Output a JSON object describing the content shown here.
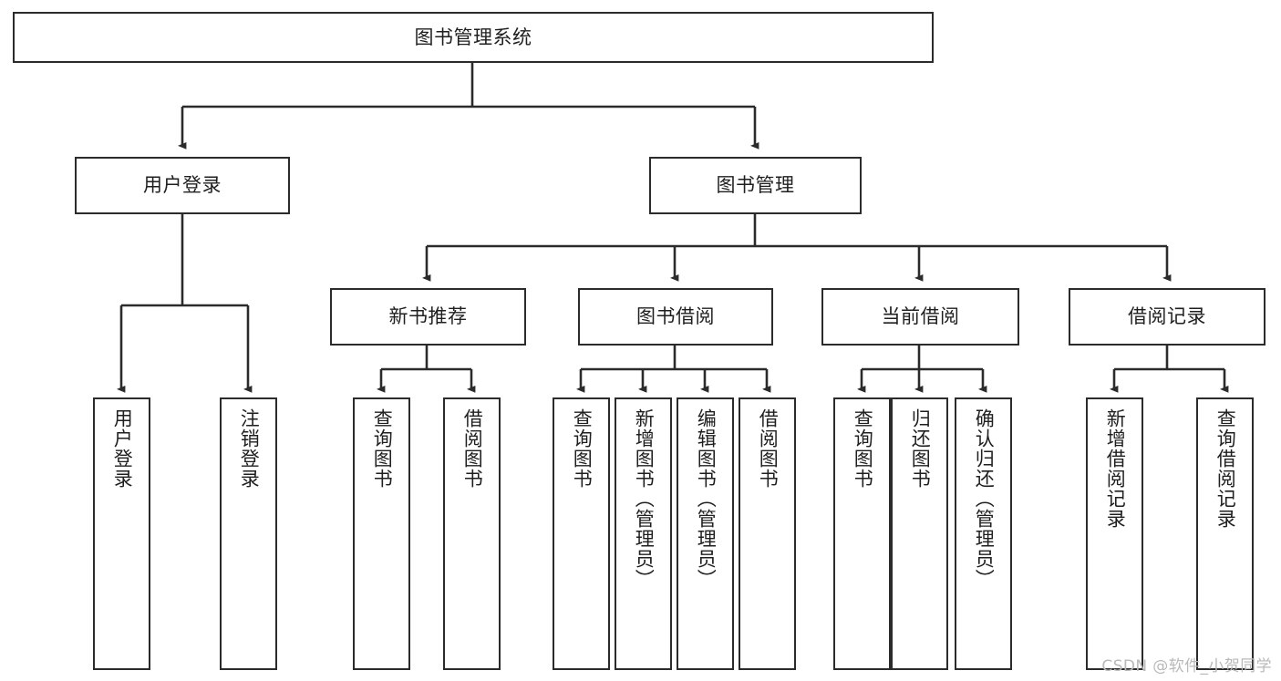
{
  "diagram": {
    "title": "图书管理系统",
    "type": "tree-hierarchy",
    "watermark": "CSDN @软件_小贺同学",
    "colors": {
      "background": "#ffffff",
      "box_border": "#2b2b2b",
      "box_fill": "#ffffff",
      "text": "#1f1f1f",
      "edge": "#2b2b2b",
      "watermark": "#b9b9b9"
    },
    "root": {
      "label": "图书管理系统"
    },
    "level1": [
      {
        "label": "用户登录"
      },
      {
        "label": "图书管理"
      }
    ],
    "level2": [
      {
        "label": "新书推荐"
      },
      {
        "label": "图书借阅"
      },
      {
        "label": "当前借阅"
      },
      {
        "label": "借阅记录"
      }
    ],
    "leaves": {
      "user_login": [
        {
          "label": "用户登录"
        },
        {
          "label": "注销登录"
        }
      ],
      "new_book_recommend": [
        {
          "label": "查询图书"
        },
        {
          "label": "借阅图书"
        }
      ],
      "book_borrow": [
        {
          "label": "查询图书"
        },
        {
          "label": "新增图书（管理员）"
        },
        {
          "label": "编辑图书（管理员）"
        },
        {
          "label": "借阅图书"
        }
      ],
      "current_borrow": [
        {
          "label": "查询图书"
        },
        {
          "label": "归还图书"
        },
        {
          "label": "确认归还（管理员）"
        }
      ],
      "borrow_record": [
        {
          "label": "新增借阅记录"
        },
        {
          "label": "查询借阅记录"
        }
      ]
    }
  }
}
